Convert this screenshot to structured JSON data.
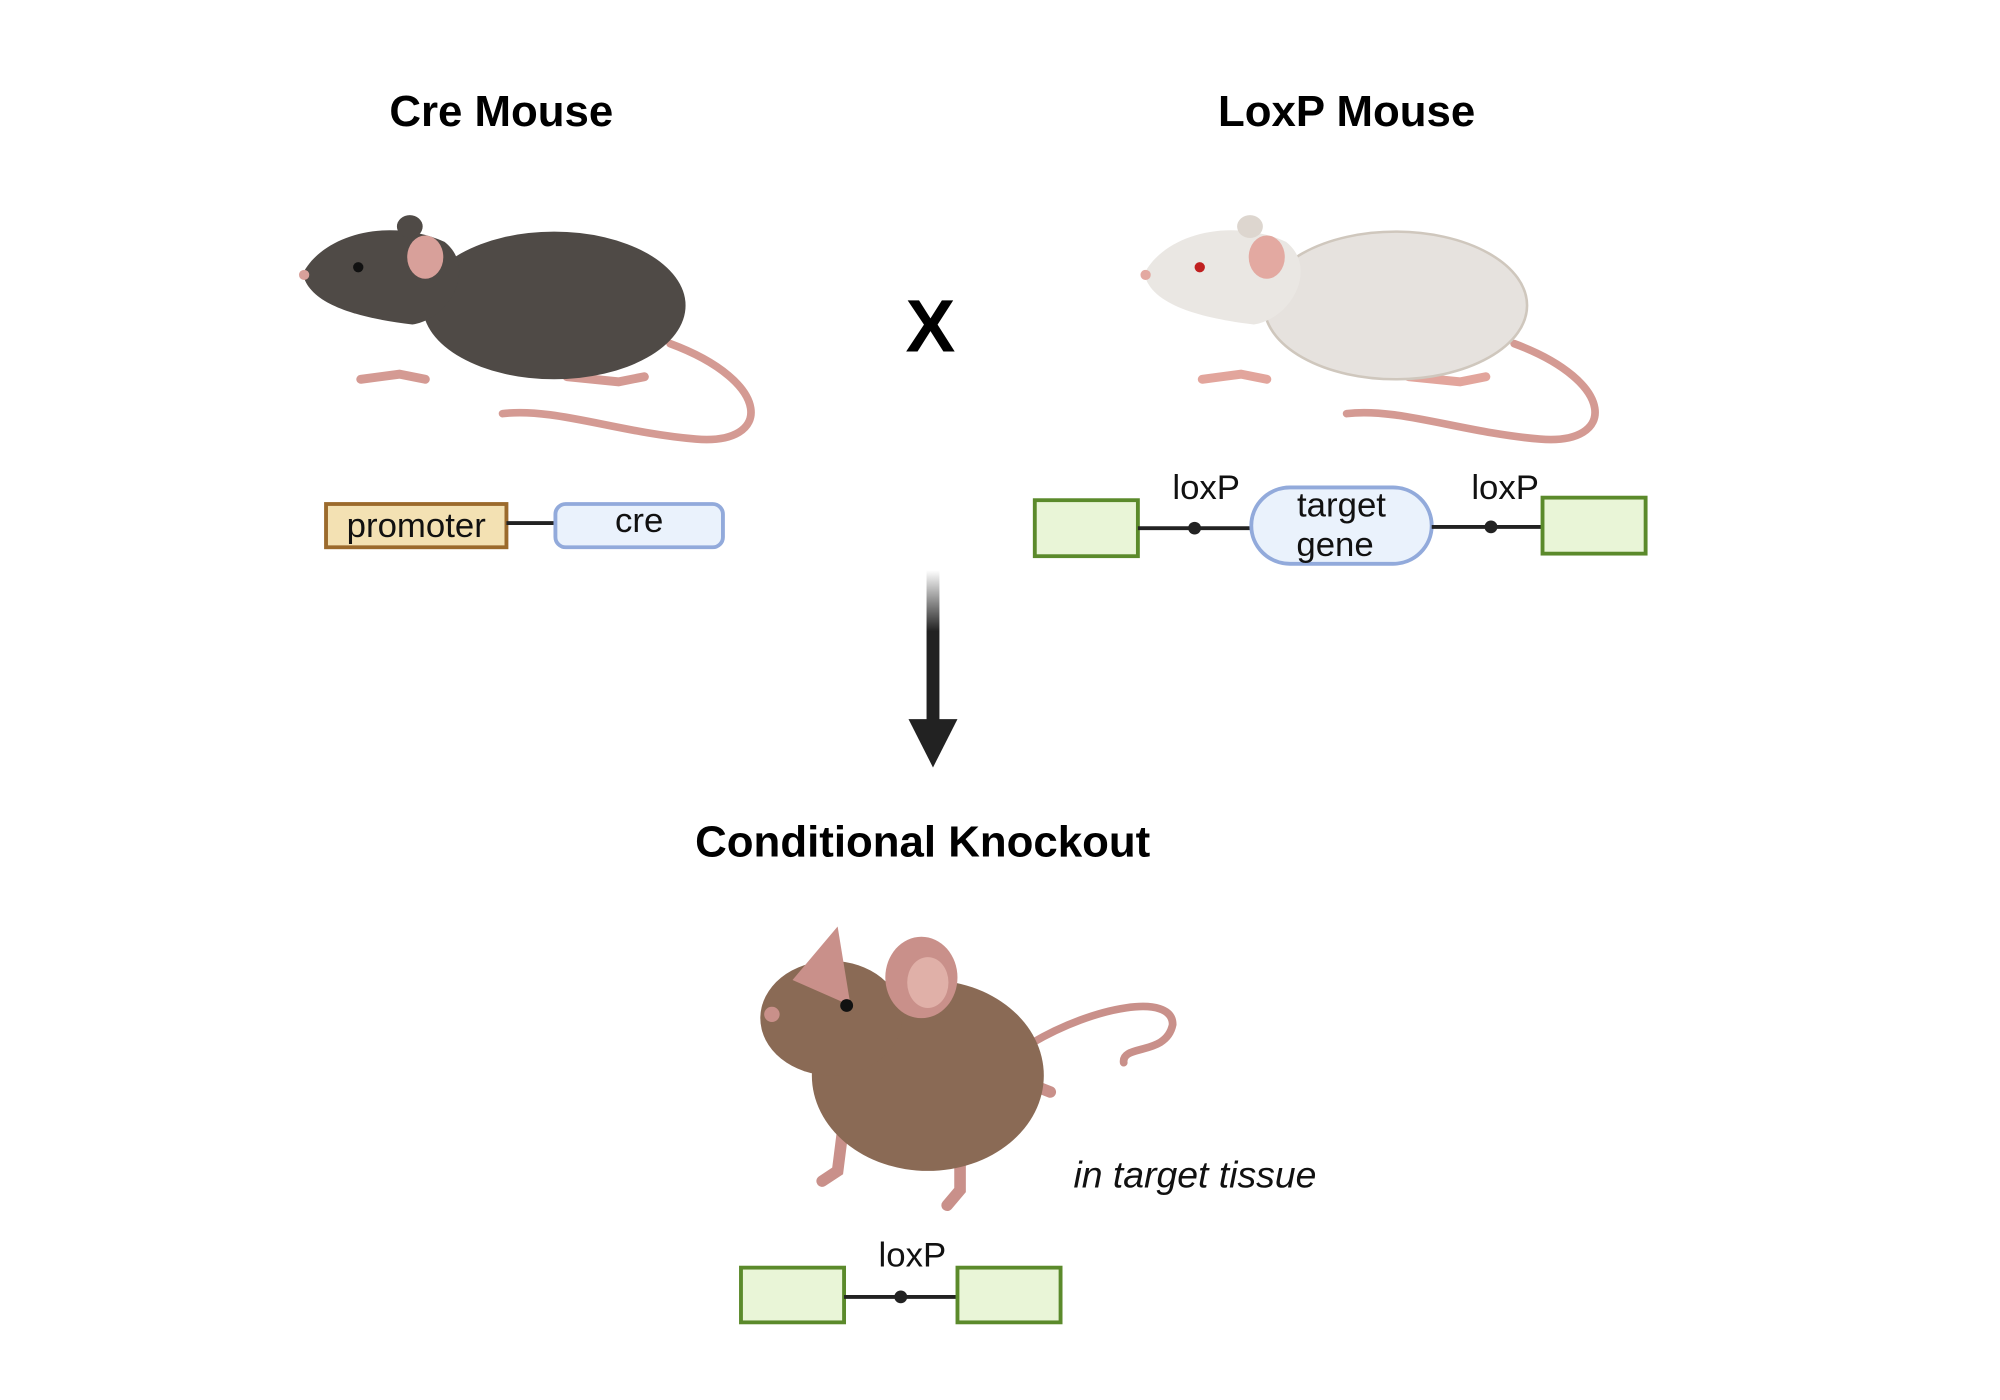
{
  "titles": {
    "cre_mouse": "Cre Mouse",
    "loxp_mouse": "LoxP Mouse",
    "cross_symbol": "X",
    "result": "Conditional Knockout"
  },
  "cre_construct": {
    "promoter": "promoter",
    "gene": "cre"
  },
  "loxp_construct": {
    "loxp_left": "loxP",
    "target_line1": "target",
    "target_line2": "gene",
    "loxp_right": "loxP"
  },
  "knockout": {
    "annotation": "in target tissue",
    "loxp": "loxP"
  },
  "colors": {
    "promoter_fill": "#f3e1b3",
    "promoter_stroke": "#9b6a2c",
    "gene_fill": "#eaf2fc",
    "gene_stroke": "#92aadb",
    "exon_fill": "#e9f5d7",
    "exon_stroke": "#5b8a2b",
    "cre_mouse": "#4f4a46",
    "loxp_mouse": "#e6e2de",
    "ko_mouse": "#8a6a55",
    "tail": "#d49a93"
  }
}
